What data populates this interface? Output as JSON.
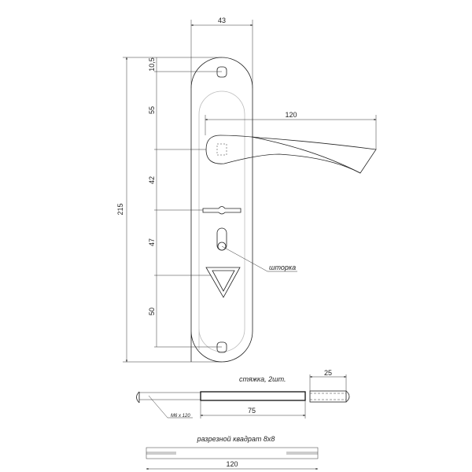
{
  "dimensions": {
    "plate_width": "43",
    "total_height": "215",
    "top_to_hole": "10,5",
    "hole_to_handle": "55",
    "handle_to_slot": "42",
    "slot_to_lock": "47",
    "lock_to_hole": "50",
    "handle_length": "120",
    "rod_length": "75",
    "sleeve_length": "25",
    "square_length": "120"
  },
  "labels": {
    "shutter": "шторка",
    "tie": "стяжка, 2шт.",
    "screw": "M6 x 120",
    "square": "разрезной квадрат 8x8"
  }
}
